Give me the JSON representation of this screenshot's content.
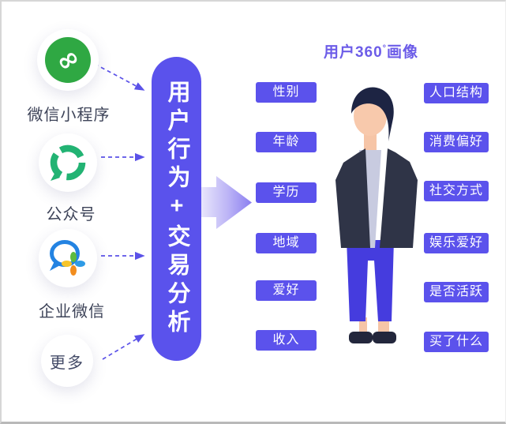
{
  "diagram": {
    "title": {
      "prefix": "用户360",
      "degree": "°",
      "suffix": "画像"
    },
    "pillar_text": "用户行为+交易分析",
    "sources": [
      {
        "label": "微信小程序",
        "icon": "wechat-miniprogram-icon"
      },
      {
        "label": "公众号",
        "icon": "official-account-icon"
      },
      {
        "label": "企业微信",
        "icon": "wecom-icon"
      },
      {
        "label": "更多",
        "icon": "more-circle"
      }
    ],
    "profile_left_labels": [
      "性别",
      "年龄",
      "学历",
      "地域",
      "爱好",
      "收入"
    ],
    "profile_right_labels": [
      "人口结构",
      "消费偏好",
      "社交方式",
      "娱乐爱好",
      "是否活跃",
      "买了什么"
    ],
    "colors": {
      "accent": "#5B52EC",
      "pillar_bg": "#5A52EC",
      "title_text": "#6C5CE8",
      "tag_text": "#FFFFFF",
      "source_label_text": "#3D4358",
      "miniprogram_green": "#2FA843",
      "official_account_green": "#22B373",
      "wecom_blue": "#2383E2",
      "arrow_gradient_start": "#ECEAFC",
      "arrow_gradient_end": "#8A7EF0"
    }
  }
}
